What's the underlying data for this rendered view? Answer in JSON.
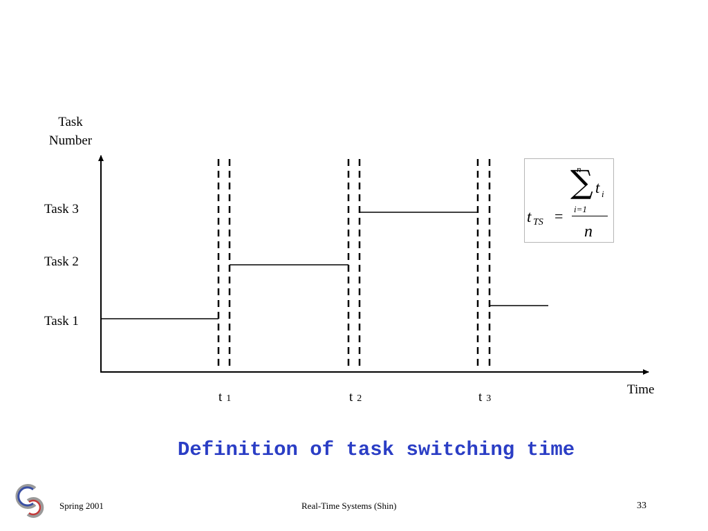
{
  "diagram": {
    "y_axis_label": [
      "Task",
      "Number"
    ],
    "x_axis_label": "Time",
    "tasks": [
      {
        "id": "task3",
        "label": "Task 3"
      },
      {
        "id": "task2",
        "label": "Task 2"
      },
      {
        "id": "task1",
        "label": "Task 1"
      }
    ],
    "switch_points": [
      {
        "symbol": "t",
        "index": "1"
      },
      {
        "symbol": "t",
        "index": "2"
      },
      {
        "symbol": "t",
        "index": "3"
      }
    ]
  },
  "formula": {
    "lhs_symbol": "t",
    "lhs_subscript": "TS",
    "equals": "=",
    "sum_upper": "n",
    "sum_lower": "i=1",
    "summand": "t",
    "summand_subscript": "i",
    "denominator": "n"
  },
  "caption": "Definition of task switching time",
  "footer": {
    "left": "Spring 2001",
    "center": "Real-Time Systems (Shin)",
    "page_number": "33"
  },
  "colors": {
    "caption": "#2b3ec5",
    "logo_blue": "#3a4fa3",
    "logo_red": "#c23a3a",
    "logo_gray": "#9a9a9a"
  },
  "icons": {
    "logo": "interlocking-c-logo-icon"
  }
}
